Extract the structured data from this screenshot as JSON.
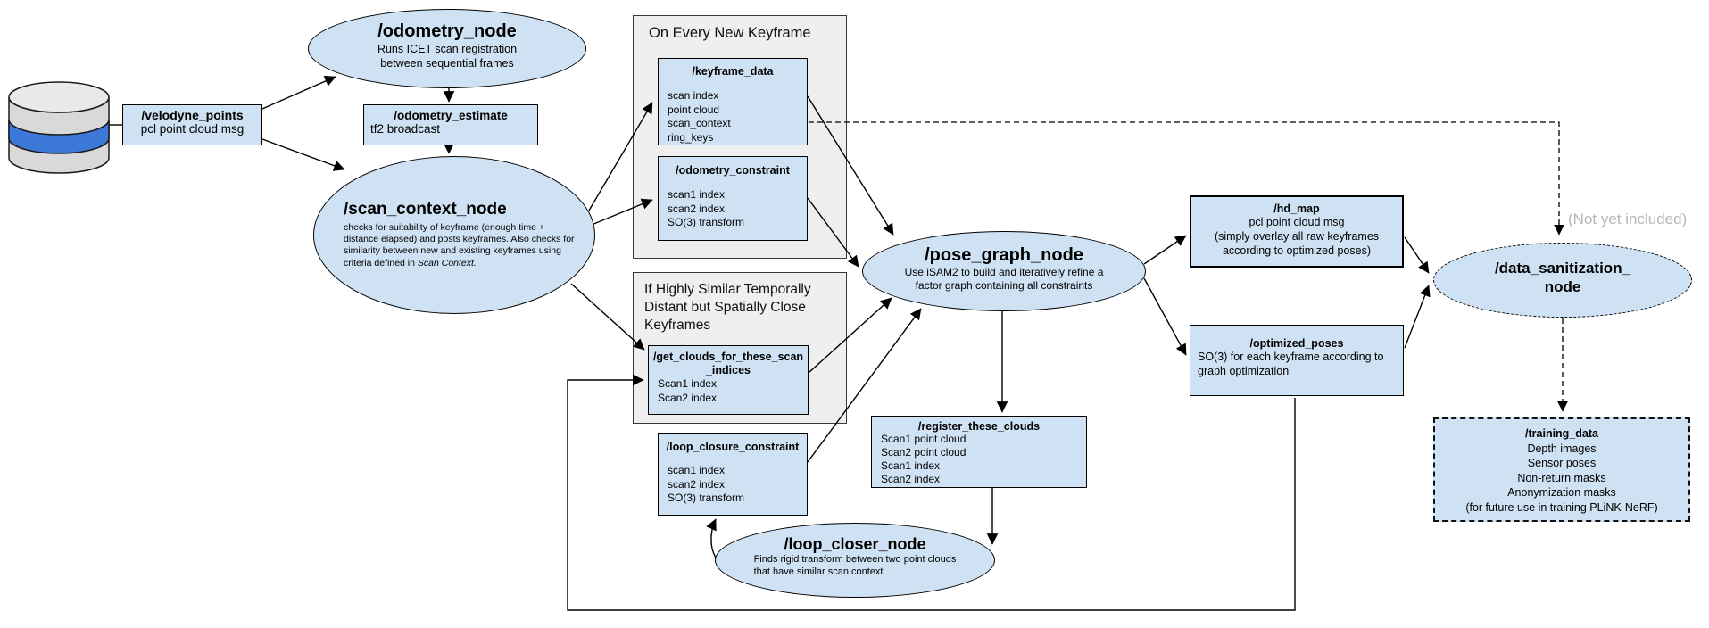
{
  "diagram": {
    "annotation_not_included": "(Not yet included)",
    "groups": {
      "on_every_new_keyframe": {
        "label": "On Every New Keyframe"
      },
      "if_highly_similar": {
        "label": "If Highly Similar Temporally Distant but Spatially Close Keyframes"
      }
    },
    "nodes": {
      "velodyne_points": {
        "title": "/velodyne_points",
        "subtitle": "pcl point cloud msg"
      },
      "odometry_node": {
        "title": "/odometry_node",
        "desc1": "Runs ICET scan registration",
        "desc2": "between sequential frames"
      },
      "odometry_estimate": {
        "title": "/odometry_estimate",
        "body": "tf2 broadcast"
      },
      "scan_context_node": {
        "title": "/scan_context_node",
        "desc": "checks for suitability of keyframe (enough time + distance elapsed) and posts keyframes. Also checks for similarity between new and existing keyframes using criteria defined in ",
        "desc_italic": "Scan Context."
      },
      "keyframe_data": {
        "title": "/keyframe_data",
        "fields": [
          "scan index",
          "point cloud",
          "scan_context",
          "ring_keys"
        ]
      },
      "odometry_constraint": {
        "title": "/odometry_constraint",
        "fields": [
          "scan1 index",
          "scan2 index",
          "SO(3) transform"
        ]
      },
      "get_clouds": {
        "title": "/get_clouds_for_these_scan_indices",
        "fields": [
          "Scan1 index",
          "Scan2 index"
        ]
      },
      "loop_closure_constraint": {
        "title": "/loop_closure_constraint",
        "fields": [
          "scan1 index",
          "scan2 index",
          "SO(3) transform"
        ]
      },
      "loop_closer_node": {
        "title": "/loop_closer_node",
        "desc1": "Finds rigid transform between two point clouds",
        "desc2": "that have similar scan context"
      },
      "pose_graph_node": {
        "title": "/pose_graph_node",
        "desc1": "Use iSAM2 to build and iteratively refine a",
        "desc2": "factor graph containing all constraints"
      },
      "register_these_clouds": {
        "title": "/register_these_clouds",
        "fields": [
          "Scan1 point cloud",
          "Scan2 point cloud",
          "Scan1 index",
          "Scan2 index"
        ]
      },
      "hd_map": {
        "title": "/hd_map",
        "lines": [
          "pcl point cloud msg",
          "(simply overlay all raw keyframes",
          "according to optimized poses)"
        ]
      },
      "optimized_poses": {
        "title": "/optimized_poses",
        "body": "SO(3) for each keyframe according to graph optimization"
      },
      "data_sanitization_node": {
        "title_line1": "/data_sanitization_",
        "title_line2": "node"
      },
      "training_data": {
        "title": "/training_data",
        "fields": [
          "Depth images",
          "Sensor poses",
          "Non-return masks",
          "Anonymization masks",
          "(for future use in training PLiNK-NeRF)"
        ]
      }
    },
    "colors": {
      "node_fill": "#cfe2f3",
      "group_fill": "#efefef",
      "database_blue": "#3c78d8",
      "database_gray": "#d9d9d9",
      "muted_text": "#b7b7b7",
      "line": "#000000"
    }
  }
}
